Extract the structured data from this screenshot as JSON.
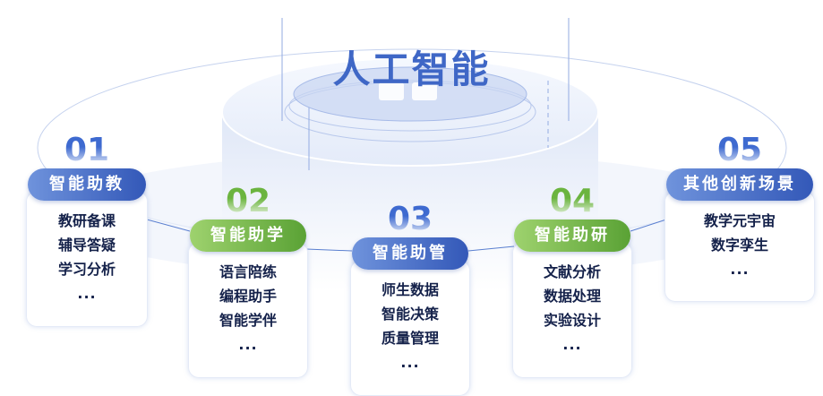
{
  "title": "人工智能",
  "modules": [
    {
      "number": "01",
      "label": "智能助教",
      "items": [
        "教研备课",
        "辅导答疑",
        "学习分析"
      ],
      "more": "...",
      "color": "blue"
    },
    {
      "number": "02",
      "label": "智能助学",
      "items": [
        "语言陪练",
        "编程助手",
        "智能学伴"
      ],
      "more": "...",
      "color": "green"
    },
    {
      "number": "03",
      "label": "智能助管",
      "items": [
        "师生数据",
        "智能决策",
        "质量管理"
      ],
      "more": "...",
      "color": "blue"
    },
    {
      "number": "04",
      "label": "智能助研",
      "items": [
        "文献分析",
        "数据处理",
        "实验设计"
      ],
      "more": "...",
      "color": "green"
    },
    {
      "number": "05",
      "label": "其他创新场景",
      "items": [
        "教学元宇宙",
        "数字孪生"
      ],
      "more": "...",
      "color": "blue"
    }
  ],
  "colors": {
    "blue": "#3f67c6",
    "green": "#6bb43f",
    "text": "#14214a"
  }
}
